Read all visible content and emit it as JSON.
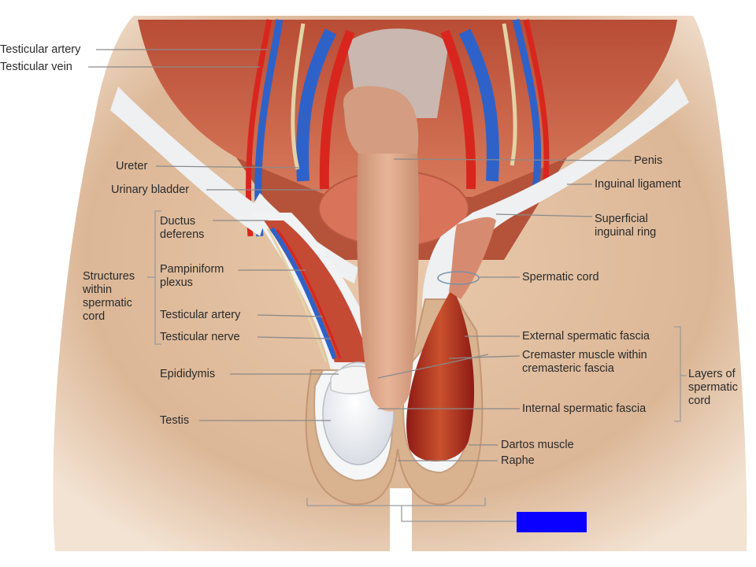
{
  "labels": {
    "testicular_artery_top": "Testicular artery",
    "testicular_vein": "Testicular vein",
    "ureter": "Ureter",
    "urinary_bladder": "Urinary bladder",
    "ductus_deferens": "Ductus deferens",
    "pampiniform_plexus": "Pampiniform plexus",
    "testicular_artery": "Testicular artery",
    "testicular_nerve": "Testicular nerve",
    "structures_within_cord": "Structures within spermatic cord",
    "epididymis": "Epididymis",
    "testis": "Testis",
    "penis": "Penis",
    "inguinal_ligament": "Inguinal ligament",
    "superficial_inguinal_ring": "Superficial inguinal ring",
    "spermatic_cord": "Spermatic cord",
    "external_spermatic_fascia": "External spermatic fascia",
    "cremaster_muscle": "Cremaster muscle within cremasteric fascia",
    "internal_spermatic_fascia": "Internal spermatic fascia",
    "layers_of_cord": "Layers of spermatic cord",
    "dartos_muscle": "Dartos muscle",
    "raphe": "Raphe"
  },
  "answer_box": {
    "color": "#0a00ff"
  },
  "colors": {
    "skin": "#e6c4a6",
    "muscle": "#c65a42",
    "artery": "#d8261f",
    "vein": "#2f62c8",
    "fascia": "#eef0f2"
  }
}
